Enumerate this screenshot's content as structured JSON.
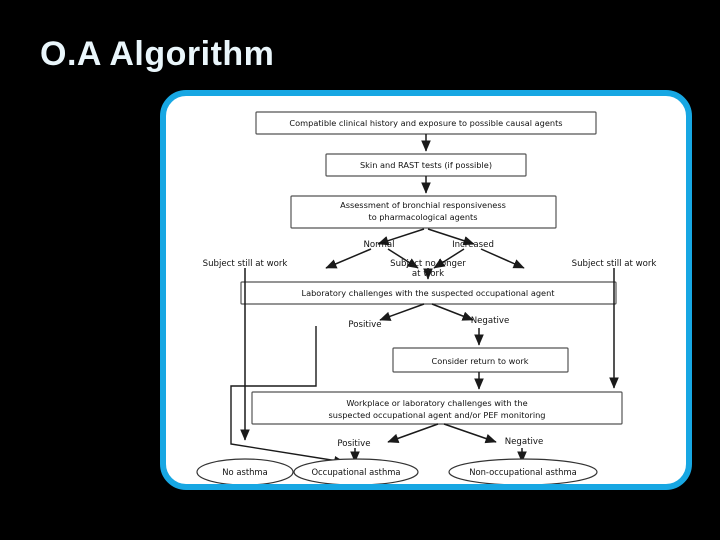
{
  "slide": {
    "background_color": "#000000",
    "title": "O.A Algorithm"
  },
  "figure": {
    "frame_color": "#17a7e3",
    "frame_background": "#ffffff",
    "alt_name": "occupational-asthma-diagnostic-algorithm-flowchart"
  },
  "flowchart": {
    "boxes": [
      {
        "id": "history",
        "text": "Compatible clinical history and exposure to possible causal agents"
      },
      {
        "id": "skin_rast",
        "text": "Skin and RAST tests (if possible)"
      },
      {
        "id": "assessment_line1",
        "text": "Assessment of bronchial responsiveness"
      },
      {
        "id": "assessment_line2",
        "text": "to pharmacological agents"
      },
      {
        "id": "lab_challenge",
        "text": "Laboratory challenges with the suspected occupational agent"
      },
      {
        "id": "consider_return",
        "text": "Consider return to work"
      },
      {
        "id": "workplace_line1",
        "text": "Workplace or laboratory challenges with the"
      },
      {
        "id": "workplace_line2",
        "text": "suspected occupational agent and/or PEF monitoring"
      }
    ],
    "branch_labels": {
      "normal": "Normal",
      "increased": "Increased",
      "still_at_work_left": "Subject still at work",
      "no_longer_at_work_line1": "Subject no longer",
      "no_longer_at_work_line2": "at work",
      "still_at_work_right": "Subject still at work",
      "positive_mid": "Positive",
      "negative_mid": "Negative",
      "positive_bottom": "Positive",
      "negative_bottom": "Negative"
    },
    "outcomes": [
      {
        "id": "no_asthma",
        "text": "No asthma"
      },
      {
        "id": "occupational_asthma",
        "text": "Occupational asthma"
      },
      {
        "id": "non_occupational_asthma",
        "text": "Non-occupational asthma"
      }
    ]
  }
}
